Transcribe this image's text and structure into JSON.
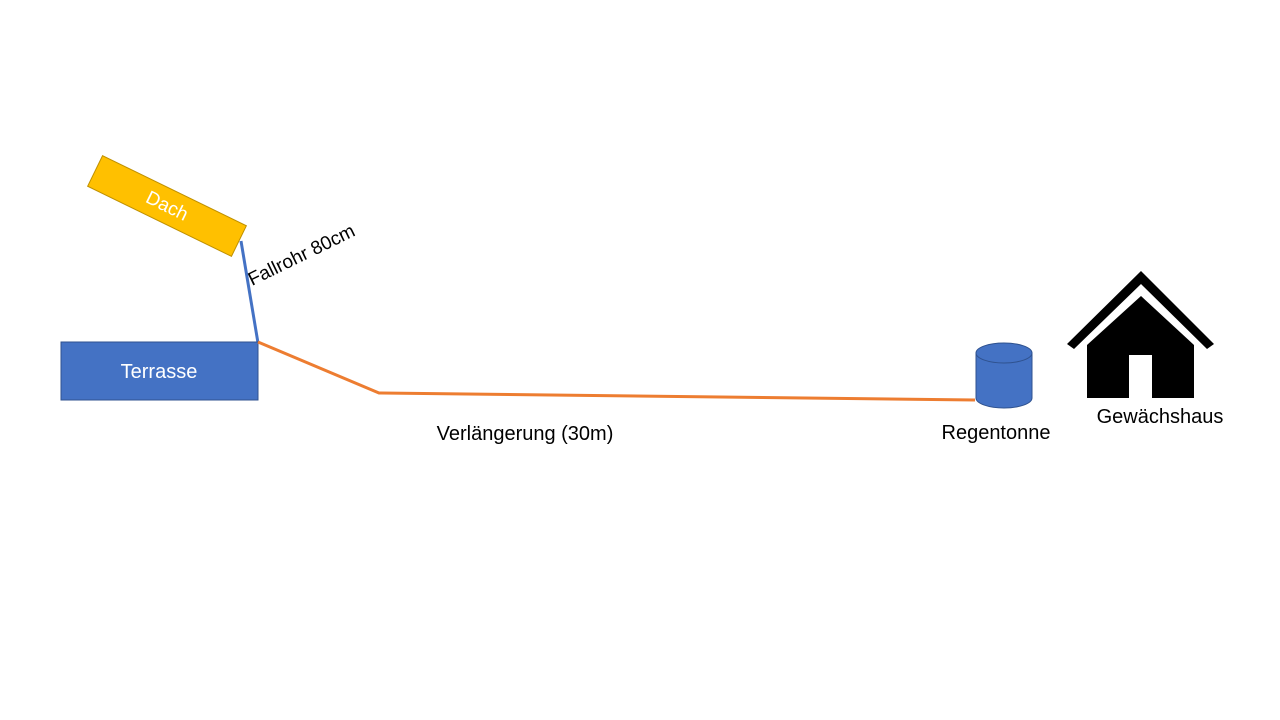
{
  "labels": {
    "roof": "Dach",
    "downpipe": "Fallrohr 80cm",
    "terrace": "Terrasse",
    "extension": "Verlängerung (30m)",
    "rain_barrel": "Regentonne",
    "greenhouse": "Gewächshaus"
  },
  "colors": {
    "roof_fill": "#FFC000",
    "roof_stroke": "#BF9000",
    "downpipe": "#4472C4",
    "terrace_fill": "#4472C4",
    "terrace_stroke": "#2F528F",
    "extension_pipe": "#ED7D31",
    "barrel_fill": "#4472C4",
    "barrel_stroke": "#2F528F",
    "greenhouse_icon": "#000000",
    "text_dark": "#000000",
    "text_light": "#ffffff"
  },
  "icons": {
    "greenhouse": "house-icon",
    "rain_barrel": "cylinder-shape"
  }
}
